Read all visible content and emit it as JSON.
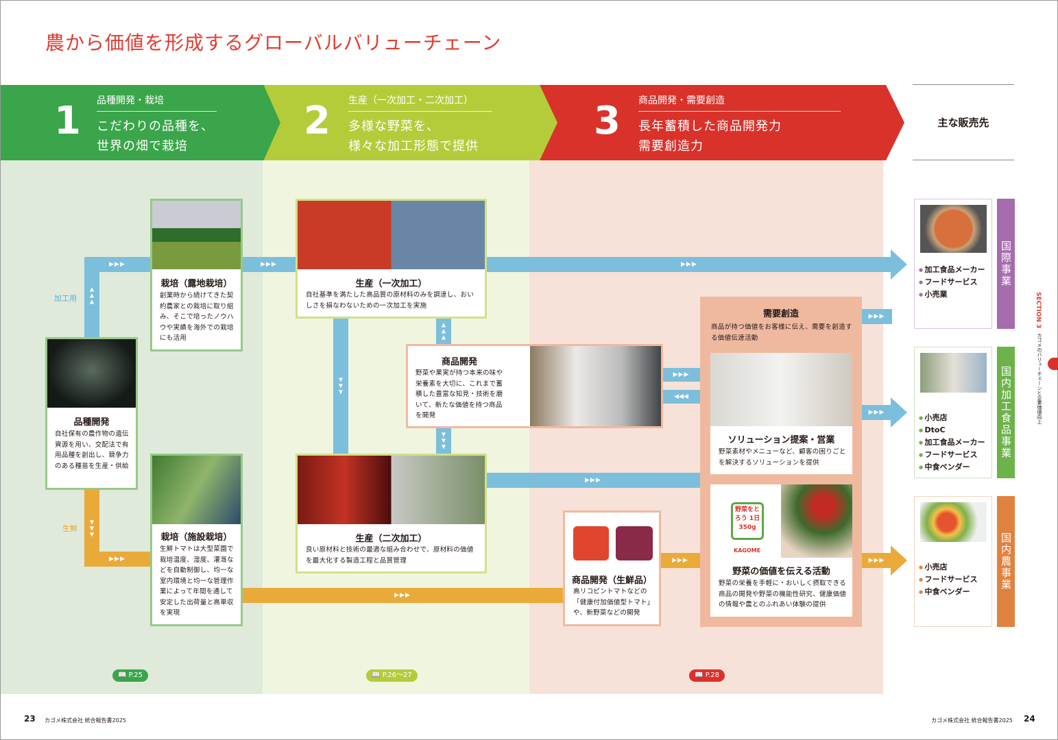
{
  "title": "農から価値を形成するグローバルバリューチェーン",
  "stages": [
    {
      "num": "1",
      "category": "品種開発・栽培",
      "line1": "こだわりの品種を、",
      "line2": "世界の畑で栽培",
      "color": "#3aa54a"
    },
    {
      "num": "2",
      "category": "生産（一次加工・二次加工）",
      "line1": "多様な野菜を、",
      "line2": "様々な加工形態で提供",
      "color": "#b5cc3a"
    },
    {
      "num": "3",
      "category": "商品開発・需要創造",
      "line1": "長年蓄積した商品開発力",
      "line2": "需要創造力",
      "color": "#d9322b"
    }
  ],
  "sales_header": "主な販売先",
  "flow_labels": {
    "processing": "加工用",
    "fresh": "生鮮"
  },
  "boxes": {
    "field": {
      "title": "栽培（露地栽培）",
      "body": "創業時から続けてきた契約農家との栽培に取り組み、そこで培ったノウハウや実績を海外での栽培にも活用"
    },
    "breeding": {
      "title": "品種開発",
      "body": "自社保有の農作物の遺伝資源を用い、交配法で有用品種を創出し、競争力のある種苗を生産・供給"
    },
    "greenhouse": {
      "title": "栽培（施設栽培）",
      "body": "生鮮トマトは大型菜園で栽培温度、湿度、灌漑などを自動制御し、均一な室内環境と均一な管理作業によって年間を通して安定した出荷量と高単収を実現"
    },
    "primary": {
      "title": "生産（一次加工）",
      "body": "自社基準を満たした高品質の原材料のみを調達し、おいしさを損なわないための一次加工を実施"
    },
    "product_dev": {
      "title": "商品開発",
      "body": "野菜や果実が持つ本来の味や栄養素を大切に、これまで蓄積した豊富な知見・技術を磨いて、新たな価値を持つ商品を開発"
    },
    "secondary": {
      "title": "生産（二次加工）",
      "body": "良い原材料と技術の最適な組み合わせで、原材料の価値を最大化する製造工程と品質管理"
    },
    "fresh_dev": {
      "title": "商品開発（生鮮品）",
      "body": "高リコピントマトなどの「健康付加価値型トマト」や、新野菜などの開発"
    },
    "demand": {
      "title": "需要創造",
      "body": "商品が持つ価値をお客様に伝え、需要を創造する価値伝達活動"
    },
    "solution": {
      "title": "ソリューション提案・営業",
      "body": "野菜素材やメニューなど、顧客の困りごとを解決するソリューションを提供"
    },
    "veg_value": {
      "title": "野菜の価値を伝える活動",
      "body": "野菜の栄養を手軽に・おいしく摂取できる商品の開発や野菜の機能性研究、健康価値の情報や農とのふれあい体験の提供",
      "logo_text": "野菜をとろう 1日350g",
      "logo_brand": "KAGOME"
    }
  },
  "customers": [
    {
      "segment": "国際事業",
      "color": "#a66cad",
      "items": [
        "加工食品メーカー",
        "フードサービス",
        "小売業"
      ]
    },
    {
      "segment": "国内加工食品事業",
      "color": "#6db24a",
      "items": [
        "小売店",
        "DtoC",
        "加工食品メーカー",
        "フードサービス",
        "中食ベンダー"
      ]
    },
    {
      "segment": "国内農事業",
      "color": "#e0823f",
      "items": [
        "小売店",
        "フードサービス",
        "中食ベンダー"
      ]
    }
  ],
  "page_refs": [
    "P.25",
    "P.26〜27",
    "P.28"
  ],
  "side": {
    "section": "SECTION 3",
    "text": "カゴメのバリューチェーンと企業価値向上"
  },
  "footer": {
    "left_page": "23",
    "right_page": "24",
    "publication": "カゴメ株式会社 統合報告書2025"
  }
}
